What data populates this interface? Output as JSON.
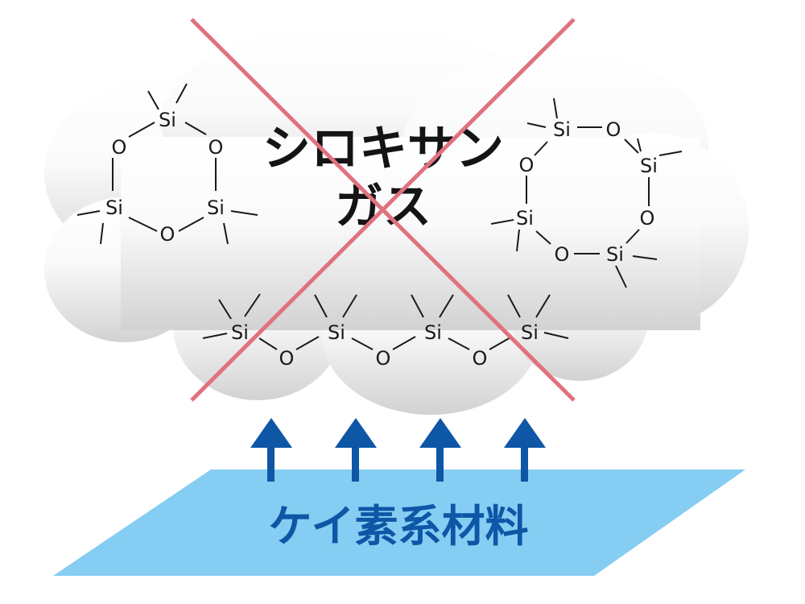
{
  "title_line1": "シロキサン",
  "title_line2": "ガス",
  "material_label": "ケイ素系材料",
  "atom_si": "Si",
  "atom_o": "O",
  "colors": {
    "cross": "#e0727e",
    "arrow": "#0e56a6",
    "sheet": "#85cdf2",
    "label": "#0e56a6",
    "cloud_top": "#ffffff",
    "cloud_bottom": "#d2d2d2",
    "ink": "#1a1a1a"
  },
  "icons": [
    "cloud-icon",
    "cross-mark-icon",
    "up-arrow-icon",
    "material-sheet-icon"
  ]
}
